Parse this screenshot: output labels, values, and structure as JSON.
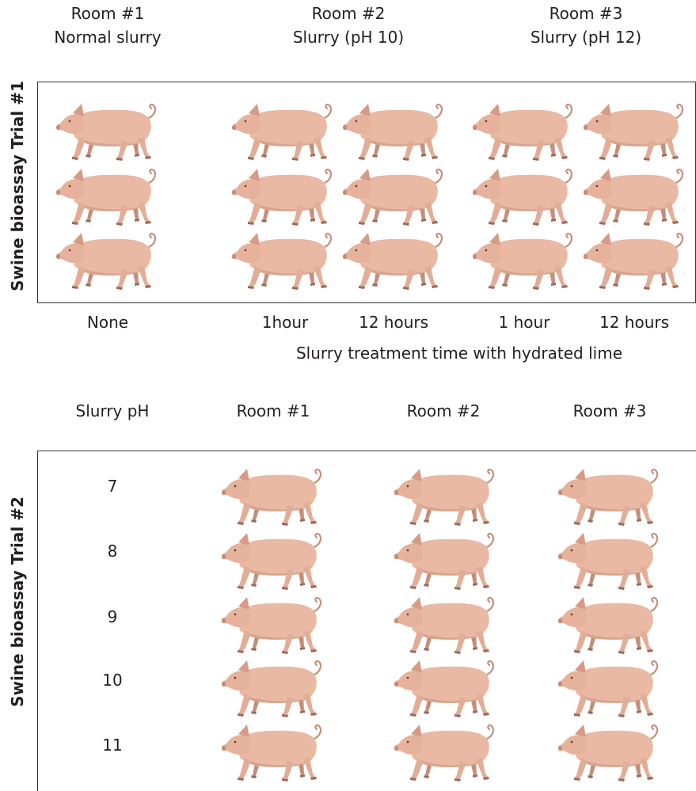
{
  "trial1": {
    "side_label": "Swine bioassay Trial #1",
    "rooms": [
      {
        "line1": "Room #1",
        "line2": "Normal slurry"
      },
      {
        "line1": "Room #2",
        "line2": "Slurry (pH 10)"
      },
      {
        "line1": "Room #3",
        "line2": "Slurry (pH 12)"
      }
    ],
    "time_labels": [
      "None",
      "1hour",
      "12 hours",
      "1 hour",
      "12 hours"
    ],
    "axis_caption": "Slurry treatment time with hydrated lime",
    "pigs_per_column": 3
  },
  "trial2": {
    "side_label": "Swine bioassay Trial #2",
    "col_headers": [
      "Slurry pH",
      "Room #1",
      "Room #2",
      "Room #3"
    ],
    "ph_values": [
      "7",
      "8",
      "9",
      "10",
      "11"
    ],
    "pigs_per_row": 3
  },
  "colors": {
    "pig_body": "#e9b9a3",
    "pig_shade": "#c48f7a",
    "pig_dark": "#9c6a58",
    "border": "#333333",
    "text": "#231f20"
  },
  "icons": [
    "pig-icon"
  ]
}
